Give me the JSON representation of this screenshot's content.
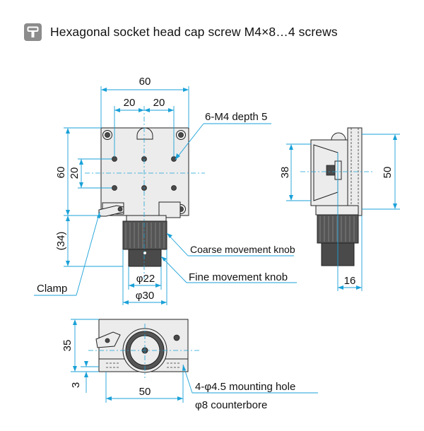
{
  "header": {
    "title": "Hexagonal socket head cap screw M4×8…4 screws",
    "badge_icon": "cap-screw-icon",
    "badge_color": "#8c8c8c"
  },
  "accent_color": "#1aa1d8",
  "front_view": {
    "dim_top_width": "60",
    "dim_pitch_left": "20",
    "dim_pitch_right": "20",
    "dim_height": "60",
    "dim_height_inner": "20",
    "dim_knob_length": "(34)",
    "dim_knob_dia_small": "φ22",
    "dim_knob_dia_large": "φ30",
    "callout_holes": "6-M4 depth 5",
    "callout_coarse": "Coarse movement knob",
    "callout_fine": "Fine movement knob",
    "callout_clamp": "Clamp"
  },
  "side_view": {
    "dim_inner_height": "38",
    "dim_outer_height": "50",
    "dim_depth": "16"
  },
  "bottom_view": {
    "dim_height": "35",
    "dim_base": "3",
    "dim_width": "50",
    "callout_mounting_line1": "4-φ4.5 mounting hole",
    "callout_mounting_line2": "φ8 counterbore"
  }
}
